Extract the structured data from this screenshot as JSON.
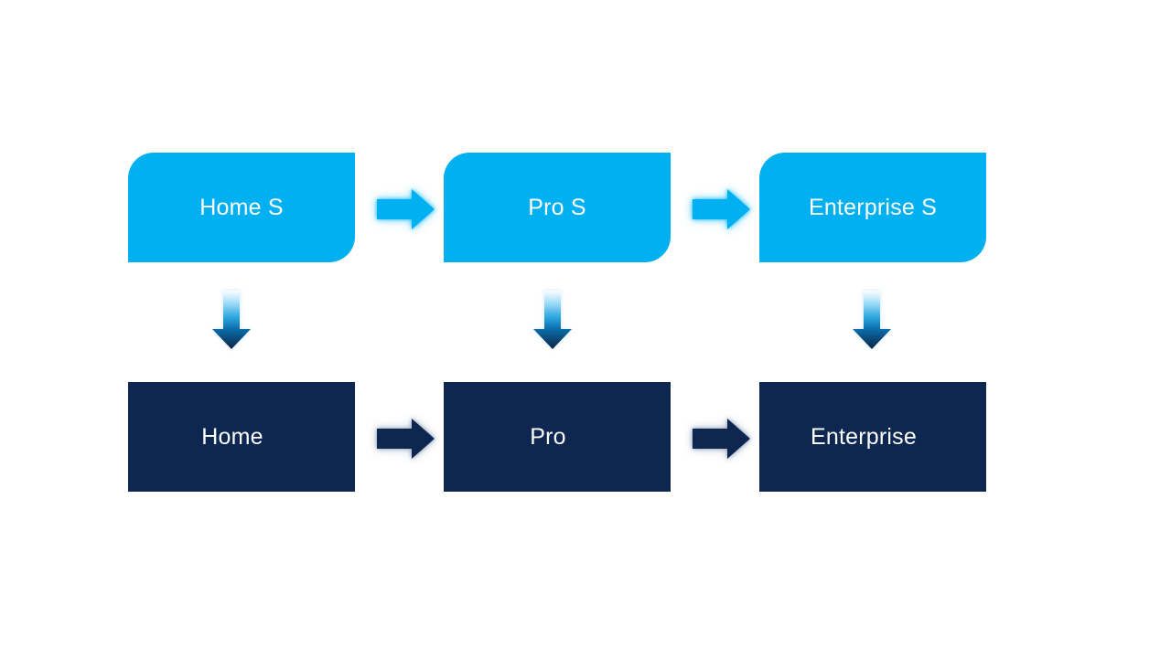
{
  "diagram": {
    "background_color": "#FFFFFF",
    "colors": {
      "primary_blue": "#00B0F0",
      "dark_navy": "#0E2751",
      "label_text": "#FFFFFF",
      "down_arrow_gradient": [
        "#FDFEFF",
        "#A5DFF7",
        "#2FA8E0",
        "#0C6FAE",
        "#0A2444"
      ]
    },
    "top_row": {
      "boxes": [
        {
          "label": "Home S"
        },
        {
          "label": "Pro S"
        },
        {
          "label": "Enterprise S"
        }
      ]
    },
    "bottom_row": {
      "boxes": [
        {
          "label": "Home"
        },
        {
          "label": "Pro"
        },
        {
          "label": "Enterprise"
        }
      ]
    },
    "icons": {
      "right_arrow": "right-arrow-icon",
      "down_arrow": "down-arrow-icon"
    }
  }
}
